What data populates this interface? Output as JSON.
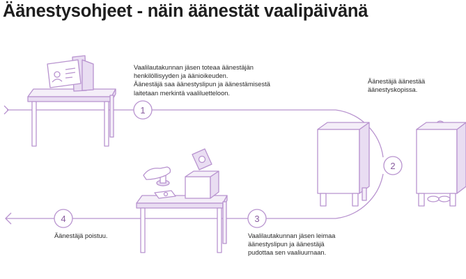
{
  "title": "Äänestysohjeet - näin äänestät vaalipäivänä",
  "colors": {
    "stroke": "#b893cf",
    "fill": "#e9ddf2",
    "text": "#222222"
  },
  "steps": [
    {
      "number": "1",
      "lines": [
        "Vaalilautakunnan jäsen toteaa äänestäjän",
        "henkilöllisyyden ja äänioikeuden.",
        "Äänestäjä saa äänestyslipun ja äänestämisestä",
        "laitetaan merkintä vaaliluetteloon."
      ],
      "icon": "table-id-card-icon"
    },
    {
      "number": "2",
      "lines": [
        "Äänestäjä äänestää",
        "äänestyskopissa."
      ],
      "icon": "voting-booth-icon"
    },
    {
      "number": "3",
      "lines": [
        "Vaalilautakunnan jäsen leimaa",
        "äänestyslipun ja äänestäjä",
        "pudottaa sen vaaliuurnaan."
      ],
      "icon": "ballot-box-stamp-icon"
    },
    {
      "number": "4",
      "lines": [
        "Äänestäjä poistuu."
      ],
      "icon": "exit-arrow-icon"
    }
  ]
}
